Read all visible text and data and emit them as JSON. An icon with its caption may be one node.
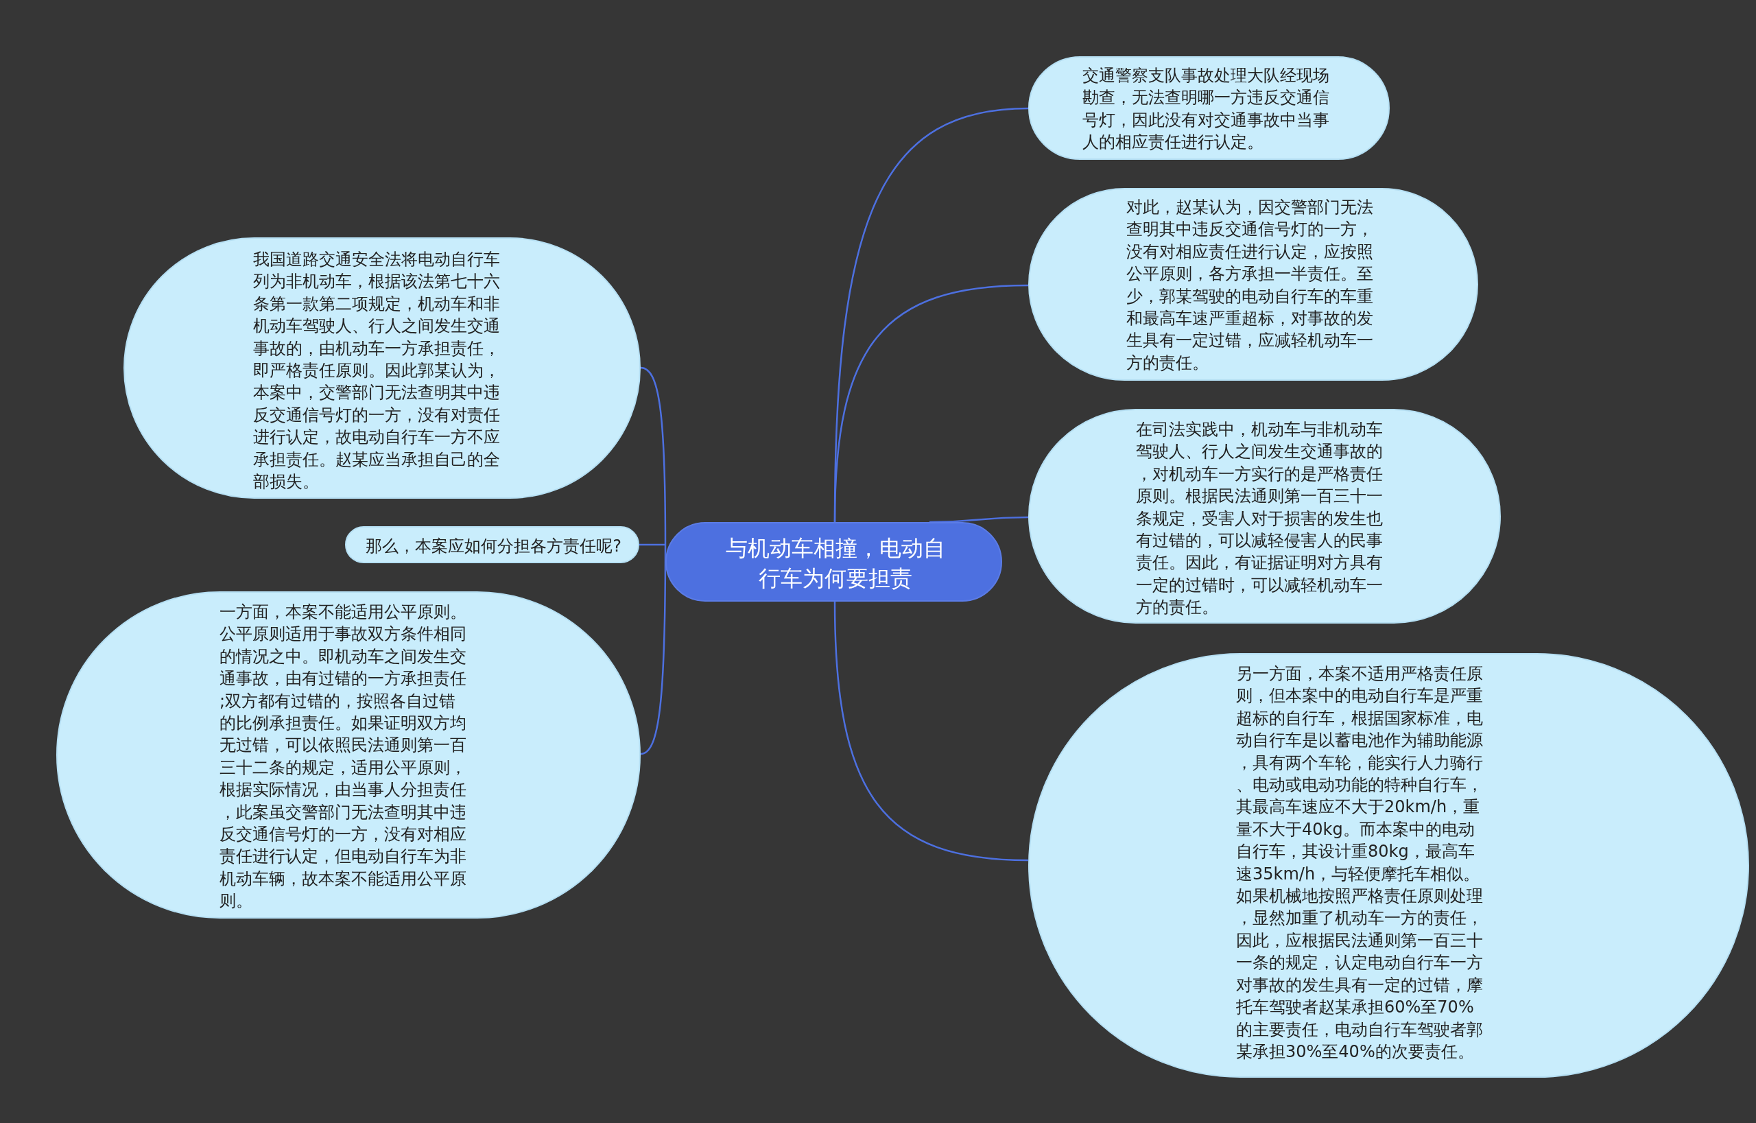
{
  "diagram": {
    "nodes": [
      {
        "text": [
          "与机动车相撞，电动自行车为何要担责"
        ]
      },
      {
        "text": [
          "交通警察支队事故处理大队经现场勘查，无法查明哪一方违反交通信号灯，因此没有对交通事故中当事人的相应责任进行认定。"
        ]
      },
      {
        "text": [
          "对此，赵某认为，因交警部门无法查明其中违反交通信号灯的一方，没有对相应责任进行认定，应按照公平原则，各方承担一半责任。至少，郭某驾驶的电动自行车的车重和最高车速严重超标，对事故的发生具有一定过错，应减轻机动车一方的责任。"
        ]
      },
      {
        "text": [
          "在司法实践中，机动车与非机动车驾驶人、行人之间发生交通事故的，对机动车一方实行的是严格责任原则。根据民法通则第一百三十一条规定，受害人对于损害的发生也有过错的，可以减轻侵害人的民事责任。因此，有证据证明对方具有一定的过错时，可以减轻机动车一方的责任。"
        ]
      },
      {
        "text": [
          "另一方面，本案不适用严格责任原则，但本案中的电动自行车是严重超标的自行车，根据国家标准，电动自行车是以蓄电池作为辅助能源，具有两个车轮，能实行人力骑行、电动或电动功能的特种自行车，其最高车速应不大于20km/h，重量不大于40kg。而本案中的电动自行车，其设计重80kg，最高车速35km/h，与轻便摩托车相似。如果机械地按照严格责任原则处理，显然加重了机动车一方的责任，因此，应根据民法通则第一百三十一条的规定，认定电动自行车一方对事故的发生具有一定的过错，摩托车驾驶者赵某承担60%至70%的主要责任，电动自行车驾驶者郭某承担30%至40%的次要责任。"
        ]
      },
      {
        "text": [
          "我国道路交通安全法将电动自行车列为非机动车，根据该法第七十六条第一款第二项规定，机动车和非机动车驾驶人、行人之间发生交通事故的，由机动车一方承担责任，即严格责任原则。因此郭某认为，本案中，交警部门无法查明其中违反交通信号灯的一方，没有对责任进行认定，故电动自行车一方不应承担责任。赵某应当承担自己的全部损失。"
        ]
      },
      {
        "text": [
          "那么，本案应如何分担各方责任呢?"
        ]
      },
      {
        "text": [
          "一方面，本案不能适用公平原则。公平原则适用于事故双方条件相同的情况之中。即机动车之间发生交通事故，由有过错的一方承担责任;双方都有过错的，按照各自过错的比例承担责任。如果证明双方均无过错，可以依照民法通则第一百三十二条的规定，适用公平原则，根据实际情况，由当事人分担责任，此案虽交警部门无法查明其中违反交通信号灯的一方，没有对相应责任进行认定，但电动自行车为非机动车辆，故本案不能适用公平原则。"
        ]
      }
    ],
    "edges": [
      {
        "from": 0,
        "to": 1,
        "arrow": "none"
      },
      {
        "from": 0,
        "to": 2,
        "arrow": "none"
      },
      {
        "from": 0,
        "to": 3,
        "arrow": "none"
      },
      {
        "from": 0,
        "to": 4,
        "arrow": "none"
      },
      {
        "from": 0,
        "to": 5,
        "arrow": "none"
      },
      {
        "from": 0,
        "to": 6,
        "arrow": "none"
      },
      {
        "from": 0,
        "to": 7,
        "arrow": "none"
      }
    ]
  }
}
